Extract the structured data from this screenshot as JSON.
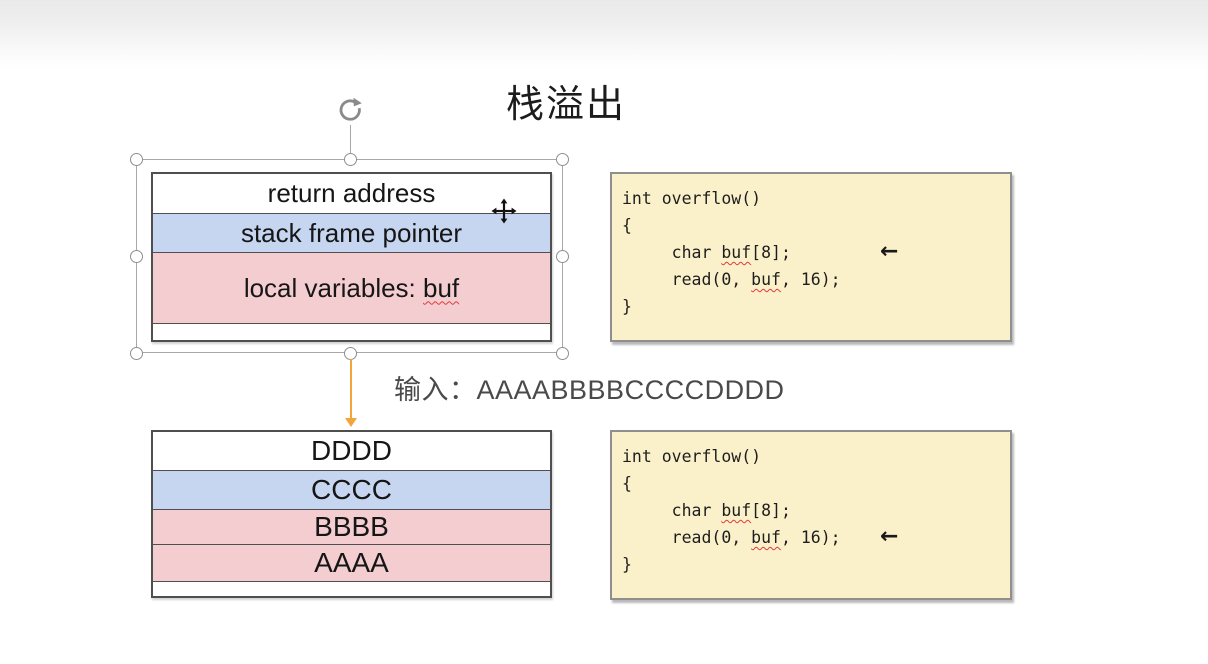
{
  "slide": {
    "title": "栈溢出",
    "input_text": "输入：AAAABBBBCCCCDDDD"
  },
  "colors": {
    "row_white": "#ffffff",
    "row_blue": "#c7d6f0",
    "row_pink": "#f4cdd1",
    "code_bg": "#faf0ca",
    "arrow_orange": "#f3a43c",
    "squiggle_red": "#e03a3a"
  },
  "icons": {
    "rotate_handle": "rotate-clockwise",
    "move_cursor": "move-four-way",
    "code_arrow": "left-arrow"
  },
  "stack_before": {
    "rows": [
      {
        "color": "white",
        "segments": [
          {
            "text": "return address"
          }
        ]
      },
      {
        "color": "blue",
        "segments": [
          {
            "text": "stack frame pointer"
          }
        ]
      },
      {
        "color": "pink",
        "segments": [
          {
            "text": "local variables: "
          },
          {
            "text": "buf",
            "misspelled": true
          }
        ]
      },
      {
        "color": "white",
        "segments": []
      }
    ]
  },
  "stack_after": {
    "rows": [
      {
        "color": "white",
        "segments": [
          {
            "text": "DDDD"
          }
        ]
      },
      {
        "color": "blue",
        "segments": [
          {
            "text": "CCCC"
          }
        ]
      },
      {
        "color": "pink",
        "segments": [
          {
            "text": "BBBB"
          }
        ]
      },
      {
        "color": "pink",
        "segments": [
          {
            "text": "AAAA"
          }
        ]
      },
      {
        "color": "white",
        "segments": []
      }
    ]
  },
  "code_before": {
    "lines": [
      {
        "segments": [
          {
            "text": "int overflow()"
          }
        ]
      },
      {
        "segments": [
          {
            "text": "{"
          }
        ]
      },
      {
        "segments": [
          {
            "text": "     char "
          },
          {
            "text": "buf",
            "misspelled": true
          },
          {
            "text": "[8];"
          }
        ]
      },
      {
        "segments": [
          {
            "text": "     read(0, "
          },
          {
            "text": "buf",
            "misspelled": true
          },
          {
            "text": ", 16);"
          }
        ]
      },
      {
        "segments": [
          {
            "text": "}"
          }
        ]
      }
    ],
    "arrow": {
      "glyph": "←",
      "line": 2
    }
  },
  "code_after": {
    "lines": [
      {
        "segments": [
          {
            "text": "int overflow()"
          }
        ]
      },
      {
        "segments": [
          {
            "text": "{"
          }
        ]
      },
      {
        "segments": [
          {
            "text": "     char "
          },
          {
            "text": "buf",
            "misspelled": true
          },
          {
            "text": "[8];"
          }
        ]
      },
      {
        "segments": [
          {
            "text": "     read(0, "
          },
          {
            "text": "buf",
            "misspelled": true
          },
          {
            "text": ", 16);"
          }
        ]
      },
      {
        "segments": [
          {
            "text": "}"
          }
        ]
      }
    ],
    "arrow": {
      "glyph": "←",
      "line": 3
    }
  }
}
